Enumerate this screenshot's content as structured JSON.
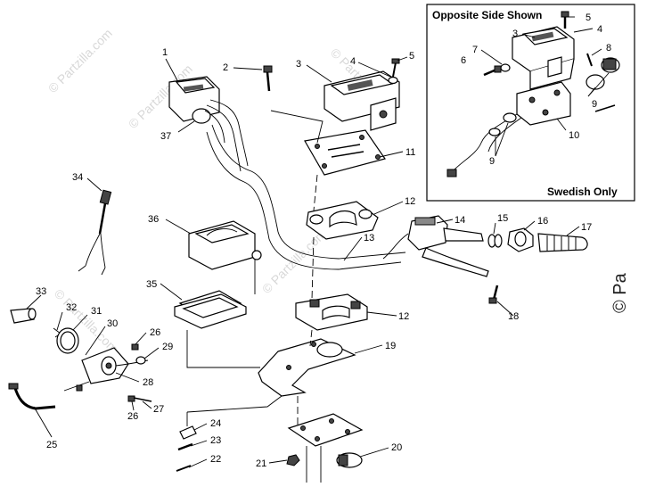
{
  "diagram": {
    "inset": {
      "title": "Opposite Side Shown",
      "footer": "Swedish Only",
      "callouts": [
        "5",
        "4",
        "3",
        "7",
        "6",
        "8",
        "9",
        "10",
        "9"
      ]
    },
    "callouts": [
      "1",
      "2",
      "3",
      "4",
      "5",
      "37",
      "11",
      "12",
      "13",
      "14",
      "15",
      "16",
      "17",
      "18",
      "12",
      "34",
      "36",
      "35",
      "33",
      "32",
      "31",
      "30",
      "26",
      "29",
      "28",
      "26",
      "27",
      "25",
      "19",
      "24",
      "23",
      "22",
      "21",
      "20"
    ],
    "watermarks": [
      "© Partzilla.com",
      "© Partzilla.com",
      "© Partzilla.com",
      "© Partzilla.com",
      "© Partzilla.com"
    ],
    "edge_watermark": "© Pa"
  }
}
